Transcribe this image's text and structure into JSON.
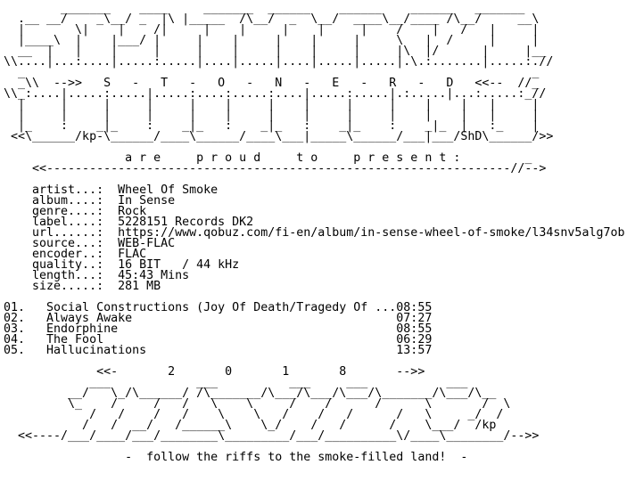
{
  "lines": [
    "        _______    ____     _______  ______    ______    ______   _______",
    "  .__ __/    _\\__/ _  |\\ |_____  /\\__/  _  \\__/  ____\\__/____ /\\__/     __\\",
    "  |       \\|    |    /|     |    |     |    |     |    /    |   /   |     |",
    "  |____\\  |    |___/ |     |    |     |    |     |     \\   |  /     |     |",
    "  __  |   |    |     |     |    |     |    |     |     |\\  |/      |     |__",
    "\\\\....|...:....|.....:.....|....|.....|....|.....|.....|.\\.:.......|.....:.//",
    "  _                                                                       _",
    "  _\\\\  -->>   S   -   T   -   O   -   N   -   E   -   R   -   D   <<--  //_",
    "\\\\_:....|.....:.....|.....:....:.....:....|.....:.....|.:.....|...:.....:_//",
    "  |     |     |     |     |    |     |    |     |     |    |    |   |     |",
    "  |     |     |     |     |    |     |    |     |     |    |    |   |     |",
    "  |_    :    _|_    :    _|_   :    _|_   :    _|_    :    _|_  |   :_    |",
    " <<\\______/kp-\\______/____\\______/____\\___|_____\\______/___|___/ShD\\______/>>",
    "",
    "                 a r e     p r o u d     t o     p r e s e n t :         _",
    "    <<-----------------------------------------------------------------//-->",
    "",
    "    artist...:  Wheel Of Smoke",
    "    album....:  In Sense",
    "    genre....:  Rock",
    "    label....:  5228151 Records DK2",
    "    url......:  https://www.qobuz.com/fi-en/album/in-sense-wheel-of-smoke/l34snv5alg7ob",
    "    source...:  WEB-FLAC",
    "    encoder..:  FLAC",
    "    quality..:  16 BIT   / 44 kHz",
    "    length...:  45:43 Mins",
    "    size.....:  281 MB",
    "",
    "01.   Social Constructions (Joy Of Death/Tragedy Of ...08:55",
    "02.   Always Awake                                     07:27",
    "03.   Endorphine                                       08:55",
    "04.   The Fool                                         06:29",
    "05.   Hallucinations                                   13:57",
    "",
    "             <<-       2       0       1       8       -->>",
    "            ___            ___          ___     ___           ___",
    "         __/   \\_/\\______/ /\\_______/\\___/\\___/\\___/\\_______/\\___/\\__",
    "         \\_    /     /   /   \\    \\     /    /      /      \\       /  \\",
    "            /   /    /   /    \\    \\   /    /   /      /   \\     _/  /",
    "           /   /  __/   /______\\    \\_/    /   /      /    \\___/  /kp",
    "  <<----/___/____/___/________\\_________/___/__________\\/____\\________/-->>",
    "",
    "                 -  follow the riffs to the smoke-filled land!  -"
  ]
}
